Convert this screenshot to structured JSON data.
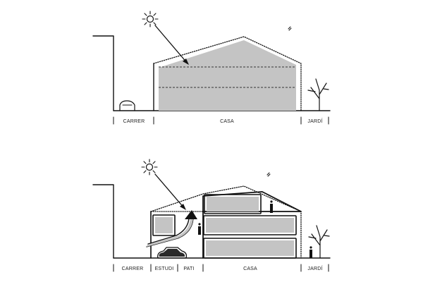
{
  "colors": {
    "ink": "#111111",
    "mass_fill": "#c4c4c4",
    "background": "#ffffff"
  },
  "icons": [
    "sun-icon",
    "car-icon",
    "tree-icon",
    "person-icon",
    "airflow-arrow-icon"
  ],
  "top_section": {
    "labels": {
      "street": "CARRER",
      "house": "CASA",
      "garden": "JARDÍ"
    }
  },
  "bottom_section": {
    "labels": {
      "street": "CARRER",
      "studio": "ESTUDI",
      "courtyard": "PATI",
      "house": "CASA",
      "garden": "JARDÍ"
    }
  }
}
